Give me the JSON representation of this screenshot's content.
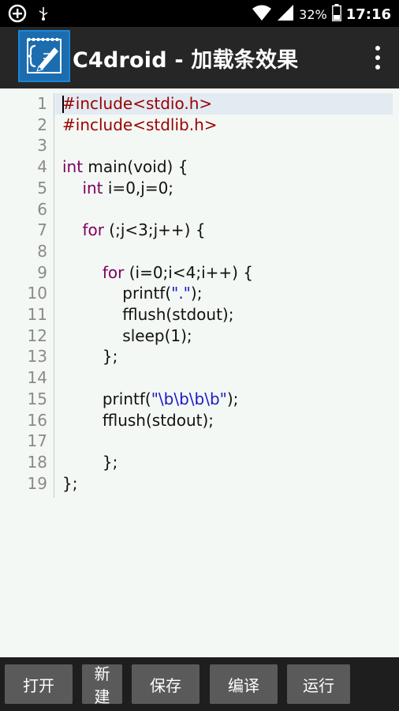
{
  "status_bar": {
    "battery_percent": "32%",
    "time": "17:16",
    "icons": [
      "add-circle-icon",
      "usb-debug-icon",
      "wifi-icon",
      "cell-signal-icon",
      "battery-icon"
    ]
  },
  "app_bar": {
    "title": "C4droid - 加载条效果",
    "logo_icon": "c4droid-logo-icon",
    "menu_icon": "more-vert-icon"
  },
  "editor": {
    "line_numbers": [
      "1",
      "2",
      "3",
      "4",
      "5",
      "6",
      "7",
      "8",
      "9",
      "10",
      "11",
      "12",
      "13",
      "14",
      "15",
      "16",
      "17",
      "18",
      "19"
    ],
    "current_line": 1
  },
  "toolbar": {
    "open_label": "打开",
    "new_label": "新建",
    "save_label": "保存",
    "compile_label": "编译",
    "run_label": "运行"
  },
  "colors": {
    "preprocessor": "#9A0000",
    "keyword": "#800060",
    "string": "#1A1ACC",
    "editor_bg": "#F4F8F4",
    "current_line_bg": "#E2EAF2",
    "appbar_bg": "#262626",
    "button_bg": "#5A5A5A"
  }
}
